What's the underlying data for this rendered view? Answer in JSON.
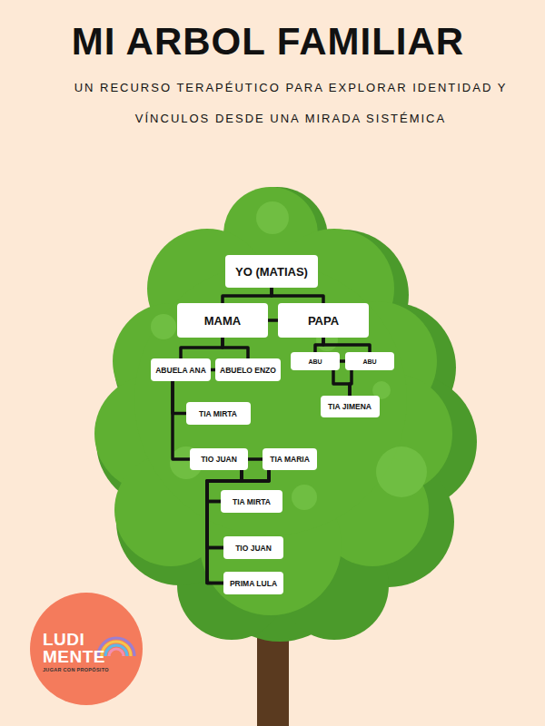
{
  "diagram": {
    "title": "MI ARBOL FAMILIAR",
    "nodes": [
      {
        "text": [
          "YO (MATIAS)"
        ]
      },
      {
        "text": [
          "MAMA"
        ]
      },
      {
        "text": [
          "PAPA"
        ]
      },
      {
        "text": [
          "ABUELA ANA"
        ]
      },
      {
        "text": [
          "ABUELO ENZO"
        ]
      },
      {
        "text": [
          "ABU"
        ]
      },
      {
        "text": [
          "ABU"
        ]
      },
      {
        "text": [
          "TIA JIMENA"
        ]
      },
      {
        "text": [
          "TIA MIRTA"
        ]
      },
      {
        "text": [
          "TIO JUAN"
        ]
      },
      {
        "text": [
          "TIA MARIA"
        ]
      },
      {
        "text": [
          "TIA MIRTA"
        ]
      },
      {
        "text": [
          "TIO JUAN"
        ]
      },
      {
        "text": [
          "PRIMA LULA"
        ]
      },
      {
        "text": [
          "LUDI MENTE",
          "JUGAR CON PROPÓSITO"
        ]
      }
    ],
    "edges": [
      {
        "from": 0,
        "to": 1,
        "arrow": "none"
      },
      {
        "from": 0,
        "to": 2,
        "arrow": "none"
      },
      {
        "from": 1,
        "to": 2,
        "arrow": "none"
      },
      {
        "from": 1,
        "to": 3,
        "arrow": "none"
      },
      {
        "from": 1,
        "to": 4,
        "arrow": "none"
      },
      {
        "from": 3,
        "to": 4,
        "arrow": "none"
      },
      {
        "from": 2,
        "to": 5,
        "arrow": "none"
      },
      {
        "from": 2,
        "to": 6,
        "arrow": "none"
      },
      {
        "from": 5,
        "to": 6,
        "arrow": "none"
      },
      {
        "from": 5,
        "to": 7,
        "arrow": "none"
      },
      {
        "from": 6,
        "to": 7,
        "arrow": "none"
      },
      {
        "from": 3,
        "to": 8,
        "arrow": "none"
      },
      {
        "from": 3,
        "to": 9,
        "arrow": "none"
      },
      {
        "from": 9,
        "to": 10,
        "arrow": "none"
      },
      {
        "from": 9,
        "to": 11,
        "arrow": "none"
      },
      {
        "from": 9,
        "to": 12,
        "arrow": "none"
      },
      {
        "from": 9,
        "to": 13,
        "arrow": "none"
      },
      {
        "from": 10,
        "to": 11,
        "arrow": "none"
      },
      {
        "from": 10,
        "to": 12,
        "arrow": "none"
      },
      {
        "from": 10,
        "to": 13,
        "arrow": "none"
      }
    ],
    "labels": [
      "UN RECURSO TERAPÉUTICO PARA EXPLORAR IDENTIDAD Y VÍNCULOS DESDE UNA MIRADA SISTÉMICA"
    ]
  }
}
